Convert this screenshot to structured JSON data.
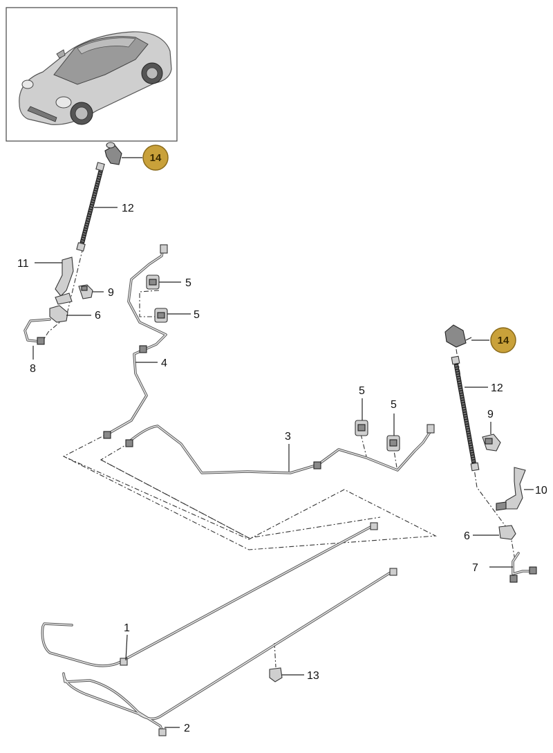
{
  "callouts": {
    "c1": "1",
    "c2": "2",
    "c3": "3",
    "c4": "4",
    "c5a": "5",
    "c5b": "5",
    "c5c": "5",
    "c5d": "5",
    "c6a": "6",
    "c6b": "6",
    "c7": "7",
    "c8": "8",
    "c9a": "9",
    "c9b": "9",
    "c10": "10",
    "c11": "11",
    "c12a": "12",
    "c12b": "12",
    "c13": "13",
    "c14a": "14",
    "c14b": "14"
  },
  "colors": {
    "badge_fill": "#c9a13a",
    "badge_stroke": "#8a6a1a",
    "thumbnail_border": "#444444",
    "car_body": "#c8c8c8"
  }
}
